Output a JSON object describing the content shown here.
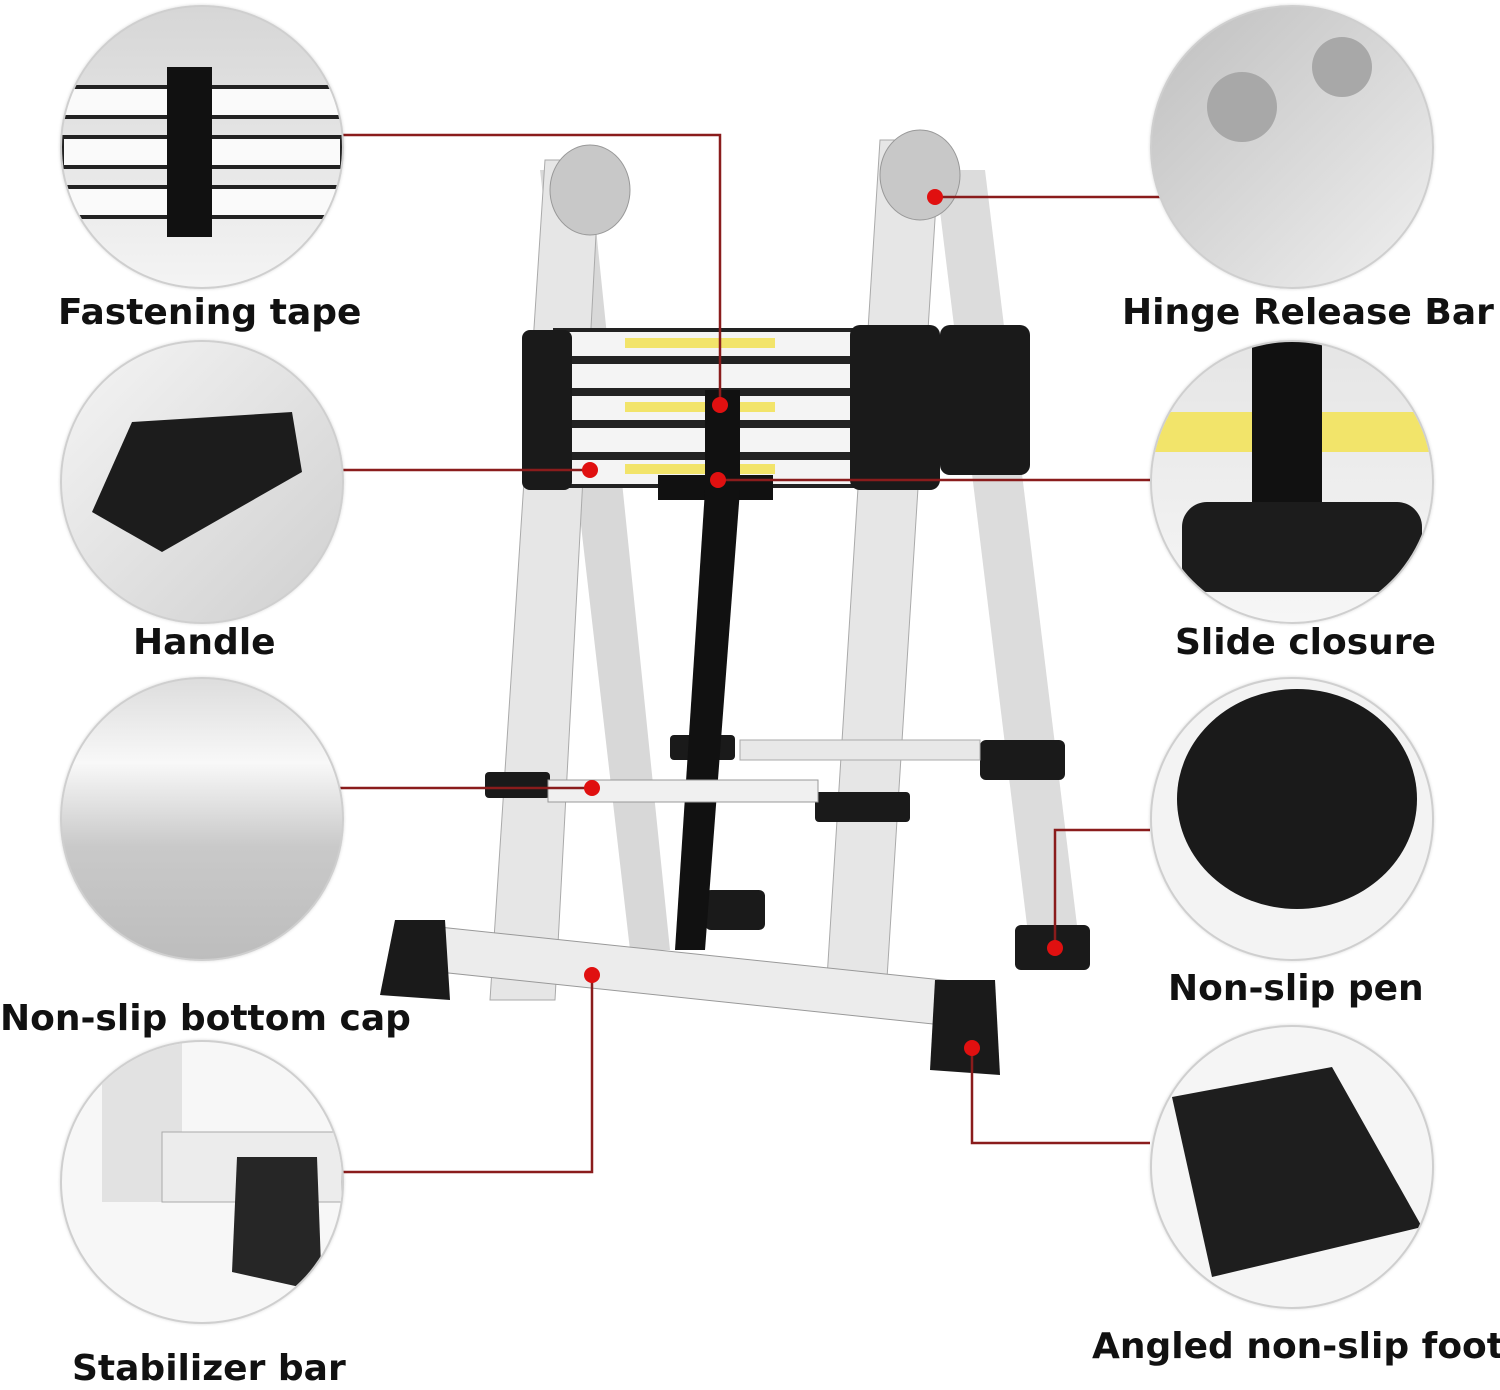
{
  "labels": {
    "fastening_tape": "Fastening tape",
    "handle": "Handle",
    "non_slip_bottom_cap": "Non-slip bottom cap",
    "stabilizer_bar": "Stabilizer bar",
    "hinge_release_bar": "Hinge Release Bar",
    "slide_closure": "Slide closure",
    "non_slip_pen": "Non-slip pen",
    "angled_non_slip_foot": "Angled non-slip foot"
  },
  "colors": {
    "leader_line": "#8a1c1c",
    "dot": "#e01010"
  }
}
